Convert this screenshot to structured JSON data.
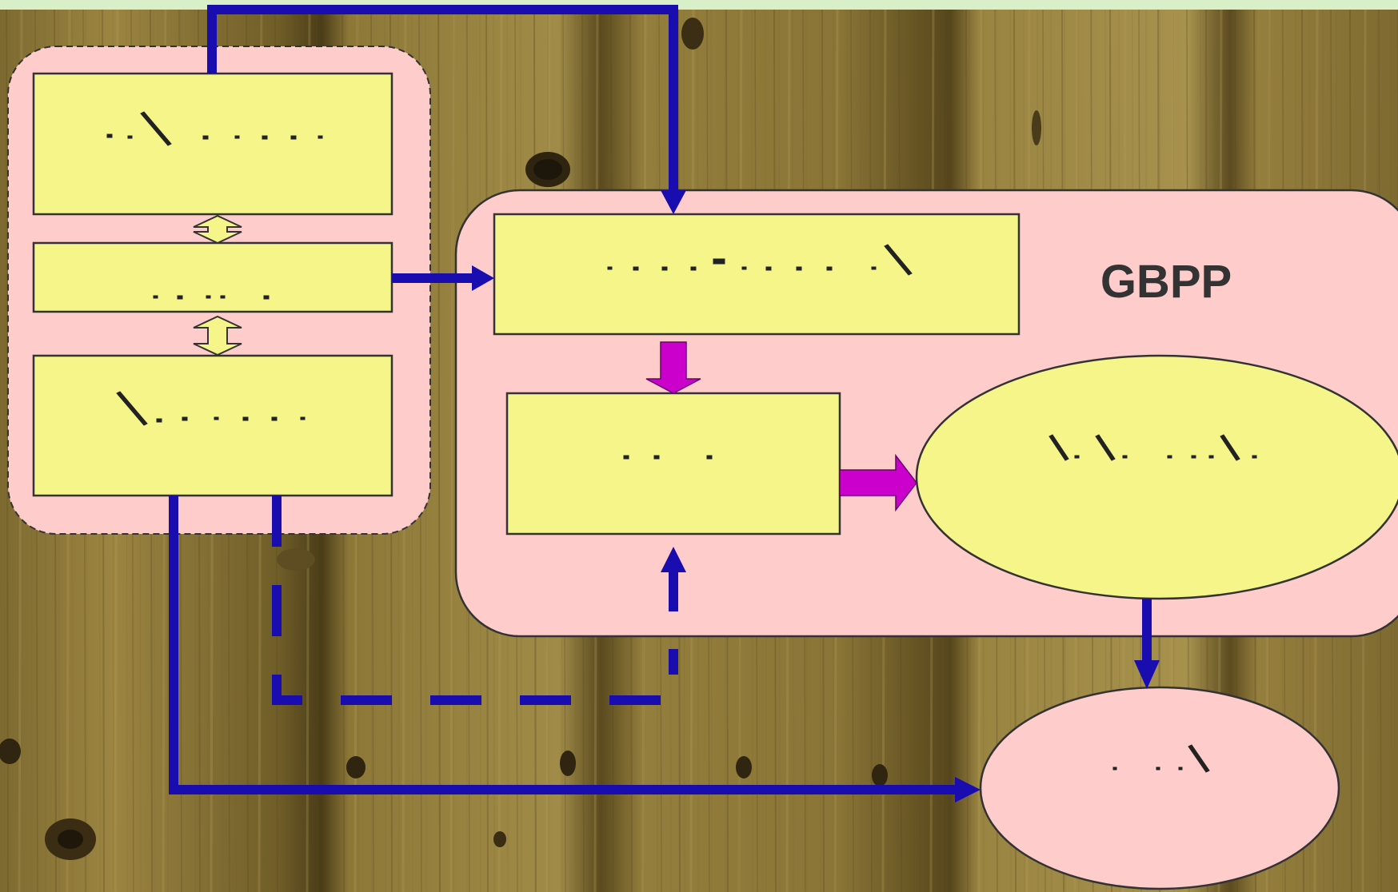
{
  "title": "GBPP",
  "colors": {
    "background_top_strip": "#d8efc8",
    "wood_base": "#8f7a3a",
    "wood_dark": "#6a5526",
    "wood_light": "#a89048",
    "group_fill": "#ffcccc",
    "box_fill": "#f5f589",
    "blue_arrow": "#1a0db0",
    "magenta_arrow": "#cc00cc",
    "title_text": "#333333"
  },
  "nodes": {
    "left_box_top": {
      "label": ""
    },
    "left_box_middle": {
      "label": ""
    },
    "left_box_bottom": {
      "label": ""
    },
    "gbpp_box_top": {
      "label": ""
    },
    "gbpp_box_middle": {
      "label": ""
    },
    "gbpp_ellipse": {
      "label": ""
    },
    "output_ellipse": {
      "label": ""
    }
  },
  "edges": [
    {
      "from": "left_box_top",
      "to": "gbpp_box_top",
      "style": "solid",
      "color": "blue"
    },
    {
      "from": "left_box_middle",
      "to": "gbpp_box_top",
      "style": "solid",
      "color": "blue"
    },
    {
      "from": "left_box_top",
      "to": "left_box_middle",
      "style": "double-arrow",
      "color": "yellow"
    },
    {
      "from": "left_box_middle",
      "to": "left_box_bottom",
      "style": "double-arrow",
      "color": "yellow"
    },
    {
      "from": "gbpp_box_top",
      "to": "gbpp_box_middle",
      "style": "block-arrow",
      "color": "magenta"
    },
    {
      "from": "gbpp_box_middle",
      "to": "gbpp_ellipse",
      "style": "block-arrow",
      "color": "magenta"
    },
    {
      "from": "left_box_bottom",
      "to": "gbpp_box_middle",
      "style": "dashed",
      "color": "blue"
    },
    {
      "from": "left_box_bottom",
      "to": "output_ellipse",
      "style": "solid",
      "color": "blue"
    },
    {
      "from": "gbpp_ellipse",
      "to": "output_ellipse",
      "style": "solid",
      "color": "blue"
    }
  ]
}
